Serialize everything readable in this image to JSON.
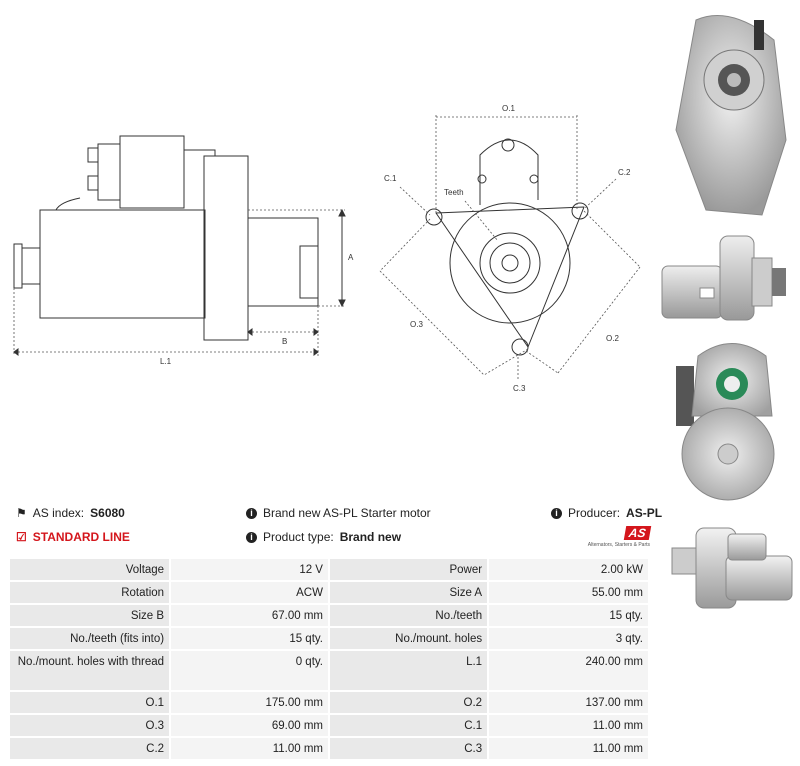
{
  "diagram": {
    "side_labels": {
      "a": "A",
      "b": "B",
      "l1": "L.1"
    },
    "front_labels": {
      "o1": "O.1",
      "o2": "O.2",
      "o3": "O.3",
      "c1": "C.1",
      "c2": "C.2",
      "c3": "C.3",
      "teeth": "Teeth"
    }
  },
  "info": {
    "as_index_label": "AS index:",
    "as_index_value": "S6080",
    "description": "Brand new AS-PL Starter motor",
    "producer_label": "Producer:",
    "producer_value": "AS-PL",
    "standard_line": "STANDARD LINE",
    "product_type_label": "Product type:",
    "product_type_value": "Brand new",
    "logo_text": "AS",
    "logo_tagline": "Alternators, Starters & Parts"
  },
  "specs": [
    {
      "l1": "Voltage",
      "v1": "12 V",
      "l2": "Power",
      "v2": "2.00 kW"
    },
    {
      "l1": "Rotation",
      "v1": "ACW",
      "l2": "Size A",
      "v2": "55.00 mm"
    },
    {
      "l1": "Size B",
      "v1": "67.00 mm",
      "l2": "No./teeth",
      "v2": "15 qty."
    },
    {
      "l1": "No./teeth (fits into)",
      "v1": "15 qty.",
      "l2": "No./mount. holes",
      "v2": "3 qty."
    },
    {
      "l1": "No./mount. holes with thread",
      "v1": "0 qty.",
      "l2": "L.1",
      "v2": "240.00 mm"
    },
    {
      "l1": "O.1",
      "v1": "175.00 mm",
      "l2": "O.2",
      "v2": "137.00 mm"
    },
    {
      "l1": "O.3",
      "v1": "69.00 mm",
      "l2": "C.1",
      "v2": "11.00 mm"
    },
    {
      "l1": "C.2",
      "v1": "11.00 mm",
      "l2": "C.3",
      "v2": "11.00 mm"
    }
  ]
}
